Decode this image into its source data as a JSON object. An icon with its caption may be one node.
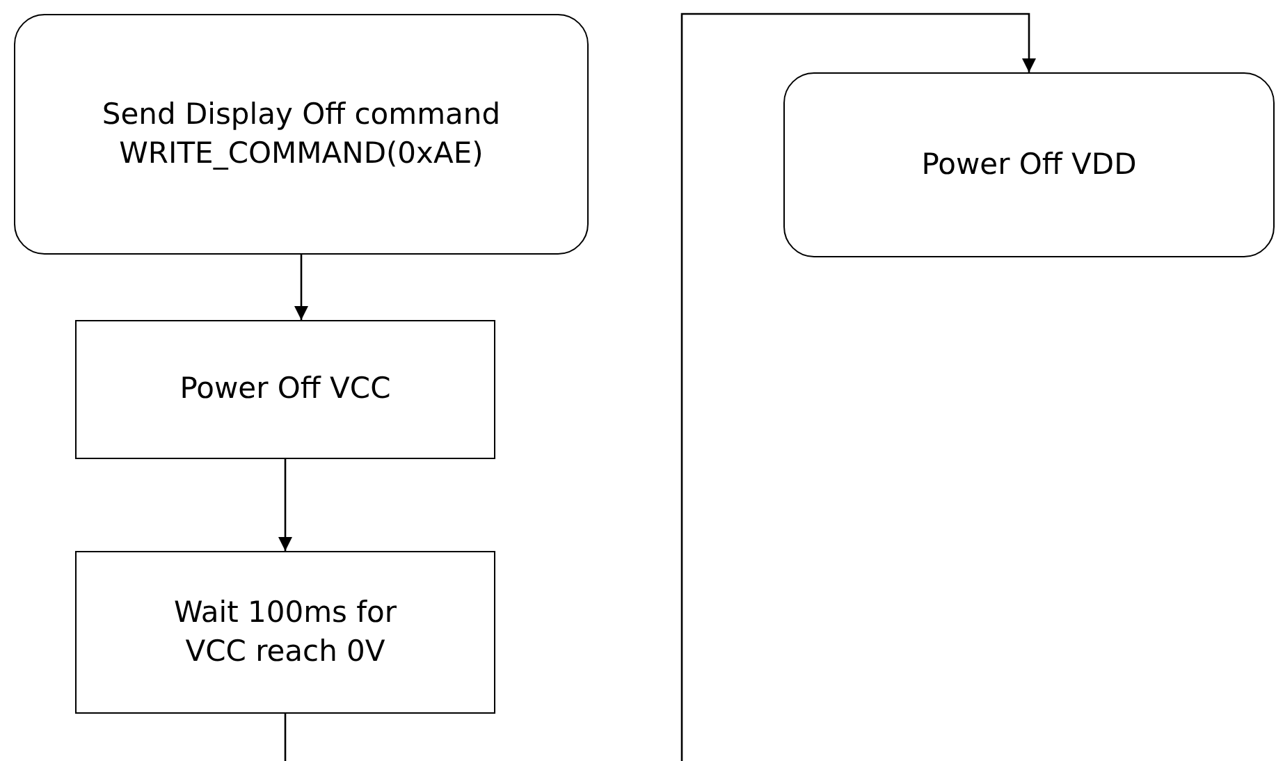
{
  "diagram": {
    "nodes": [
      {
        "text": [
          "Send Display Off command",
          "WRITE_COMMAND(0xAE)"
        ]
      },
      {
        "text": [
          "Power Off VCC"
        ]
      },
      {
        "text": [
          "Wait 100ms for VCC reach 0V"
        ]
      },
      {
        "text": [
          "Power Off VDD"
        ]
      }
    ],
    "edges": [
      {
        "from": 0,
        "to": 1,
        "arrow": "to"
      },
      {
        "from": 1,
        "to": 2,
        "arrow": "to"
      },
      {
        "from": 2,
        "to": null,
        "arrow": "none"
      },
      {
        "from": null,
        "to": 3,
        "arrow": "to"
      }
    ]
  }
}
